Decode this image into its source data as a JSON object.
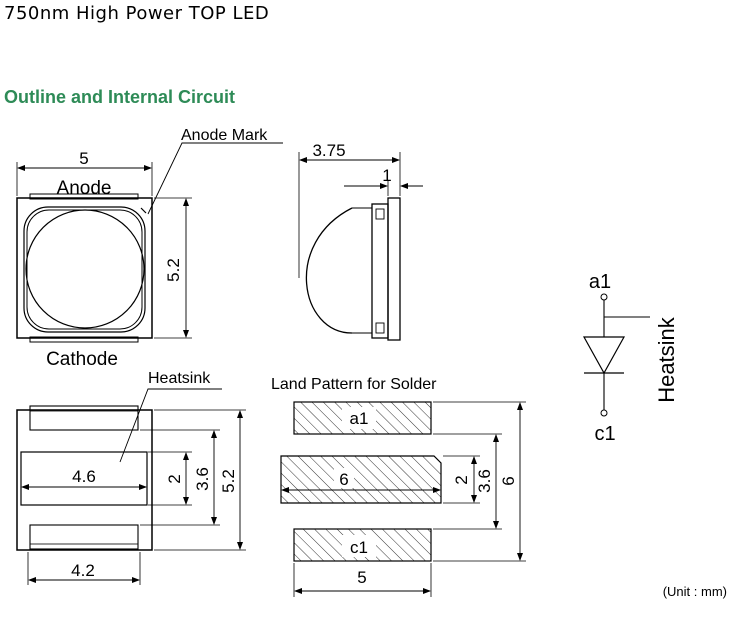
{
  "header": {
    "title": "750nm High Power TOP LED",
    "section_title": "Outline and Internal Circuit"
  },
  "labels": {
    "anode_mark": "Anode Mark",
    "anode": "Anode",
    "cathode": "Cathode",
    "heatsink_top": "Heatsink",
    "land_pattern": "Land Pattern for Solder",
    "pad_a1": "a1",
    "pad_c1": "c1",
    "circuit_a1": "a1",
    "circuit_c1": "c1",
    "circuit_heatsink": "Heatsink",
    "unit": "(Unit : mm)"
  },
  "dimensions": {
    "top_width": "5",
    "top_height": "5.2",
    "side_width": "3.75",
    "side_flange": "1",
    "heatsink_width": "4.6",
    "heatsink_h2": "2",
    "heatsink_h36": "3.6",
    "heatsink_h52": "5.2",
    "bottom_width": "4.2",
    "land_w6": "6",
    "land_h2": "2",
    "land_h36": "3.6",
    "land_h6": "6",
    "land_bottom_w": "5"
  }
}
